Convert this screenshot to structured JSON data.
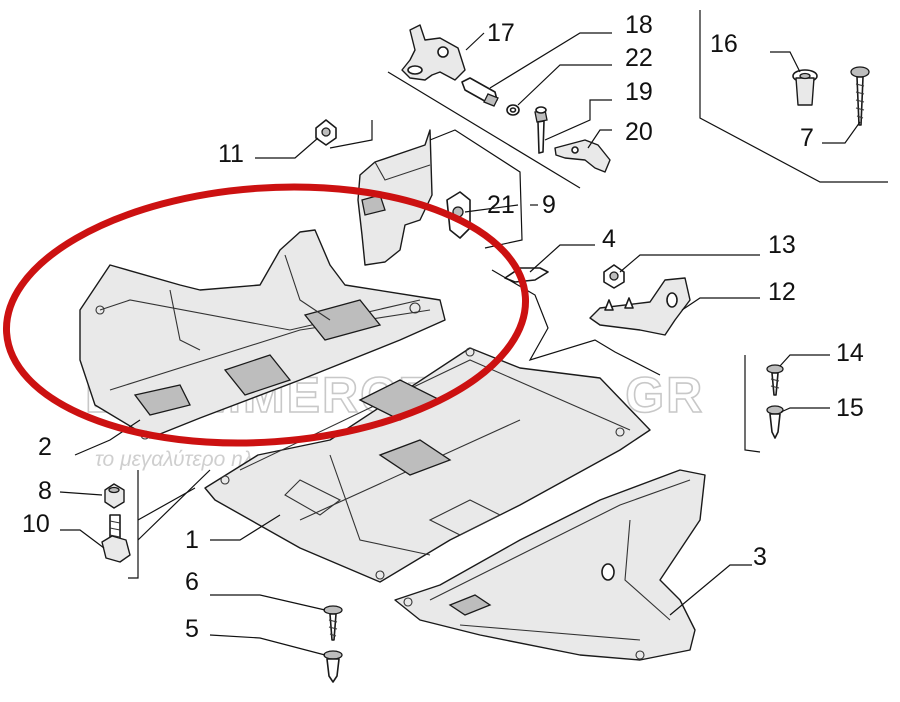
{
  "watermark": {
    "brand": "ECOMMERCEPARTS.GR",
    "tagline": "το μεγαλύτερο ηλεκτρονικό κατάστημα ανταλλακτικών"
  },
  "callouts": {
    "c1": "1",
    "c2": "2",
    "c3": "3",
    "c4": "4",
    "c5": "5",
    "c6": "6",
    "c7": "7",
    "c8": "8",
    "c9": "9",
    "c10": "10",
    "c11": "11",
    "c12": "12",
    "c13": "13",
    "c14": "14",
    "c15": "15",
    "c16": "16",
    "c17": "17",
    "c18": "18",
    "c19": "19",
    "c20": "20",
    "c21": "21",
    "c22": "22"
  },
  "colors": {
    "highlight_ring": "#cc1111",
    "line_art": "#1a1a1a",
    "watermark": "#c8c8c8"
  }
}
